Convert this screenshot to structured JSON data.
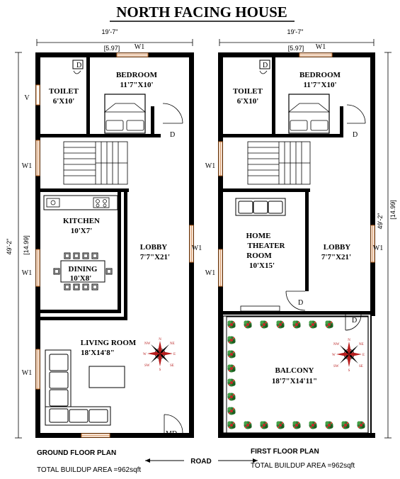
{
  "title": "NORTH FACING HOUSE",
  "ground": {
    "width_ft": "19'-7\"",
    "width_m": "[5.97]",
    "height_ft": "49'-2\"",
    "height_m": "[14.99]",
    "top_window": "W1",
    "windows": [
      "V",
      "W1",
      "W1",
      "W1",
      "W1"
    ],
    "rooms": {
      "toilet": {
        "name": "TOILET",
        "size": "6'X10'",
        "door": "D"
      },
      "bedroom": {
        "name": "BEDROOM",
        "size": "11'7\"X10'",
        "door": "D"
      },
      "kitchen": {
        "name": "KITCHEN",
        "size": "10'X7'"
      },
      "dining": {
        "name": "DINING",
        "size": "10'X8'"
      },
      "lobby": {
        "name": "LOBBY",
        "size": "7'7\"X21'"
      },
      "living": {
        "name": "LIVING ROOM",
        "size": "18'X14'8\""
      }
    },
    "main_door": "MD",
    "plan_label": "GROUND FLOOR PLAN",
    "area": "TOTAL BUILDUP AREA =962sqft"
  },
  "first": {
    "width_ft": "19'-7\"",
    "width_m": "[5.97]",
    "height_ft": "49'-2\"",
    "height_m": "[14.99]",
    "top_window": "W1",
    "windows": [
      "W1",
      "W1",
      "W1"
    ],
    "rooms": {
      "toilet": {
        "name": "TOILET",
        "size": "6'X10'",
        "door": "D"
      },
      "bedroom": {
        "name": "BEDROOM",
        "size": "11'7\"X10'",
        "door": "D"
      },
      "theater": {
        "name1": "HOME",
        "name2": "THEATER",
        "name3": "ROOM",
        "size": "10'X15'",
        "door": "D"
      },
      "lobby": {
        "name": "LOBBY",
        "size": "7'7\"X21'"
      },
      "balcony": {
        "name": "BALCONY",
        "size": "18'7\"X14'11\"",
        "door": "D"
      }
    },
    "plan_label": "FIRST FLOOR PLAN",
    "area": "TOTAL BUILDUP AREA =962sqft"
  },
  "road": "ROAD",
  "compass_letters": [
    "N",
    "NE",
    "E",
    "SE",
    "S",
    "SW",
    "W",
    "NW"
  ],
  "colors": {
    "wall": "#000000",
    "window": "#c8702a",
    "plant": "#2e7d32",
    "flower": "#c62828",
    "compass_red": "#b71c1c"
  }
}
